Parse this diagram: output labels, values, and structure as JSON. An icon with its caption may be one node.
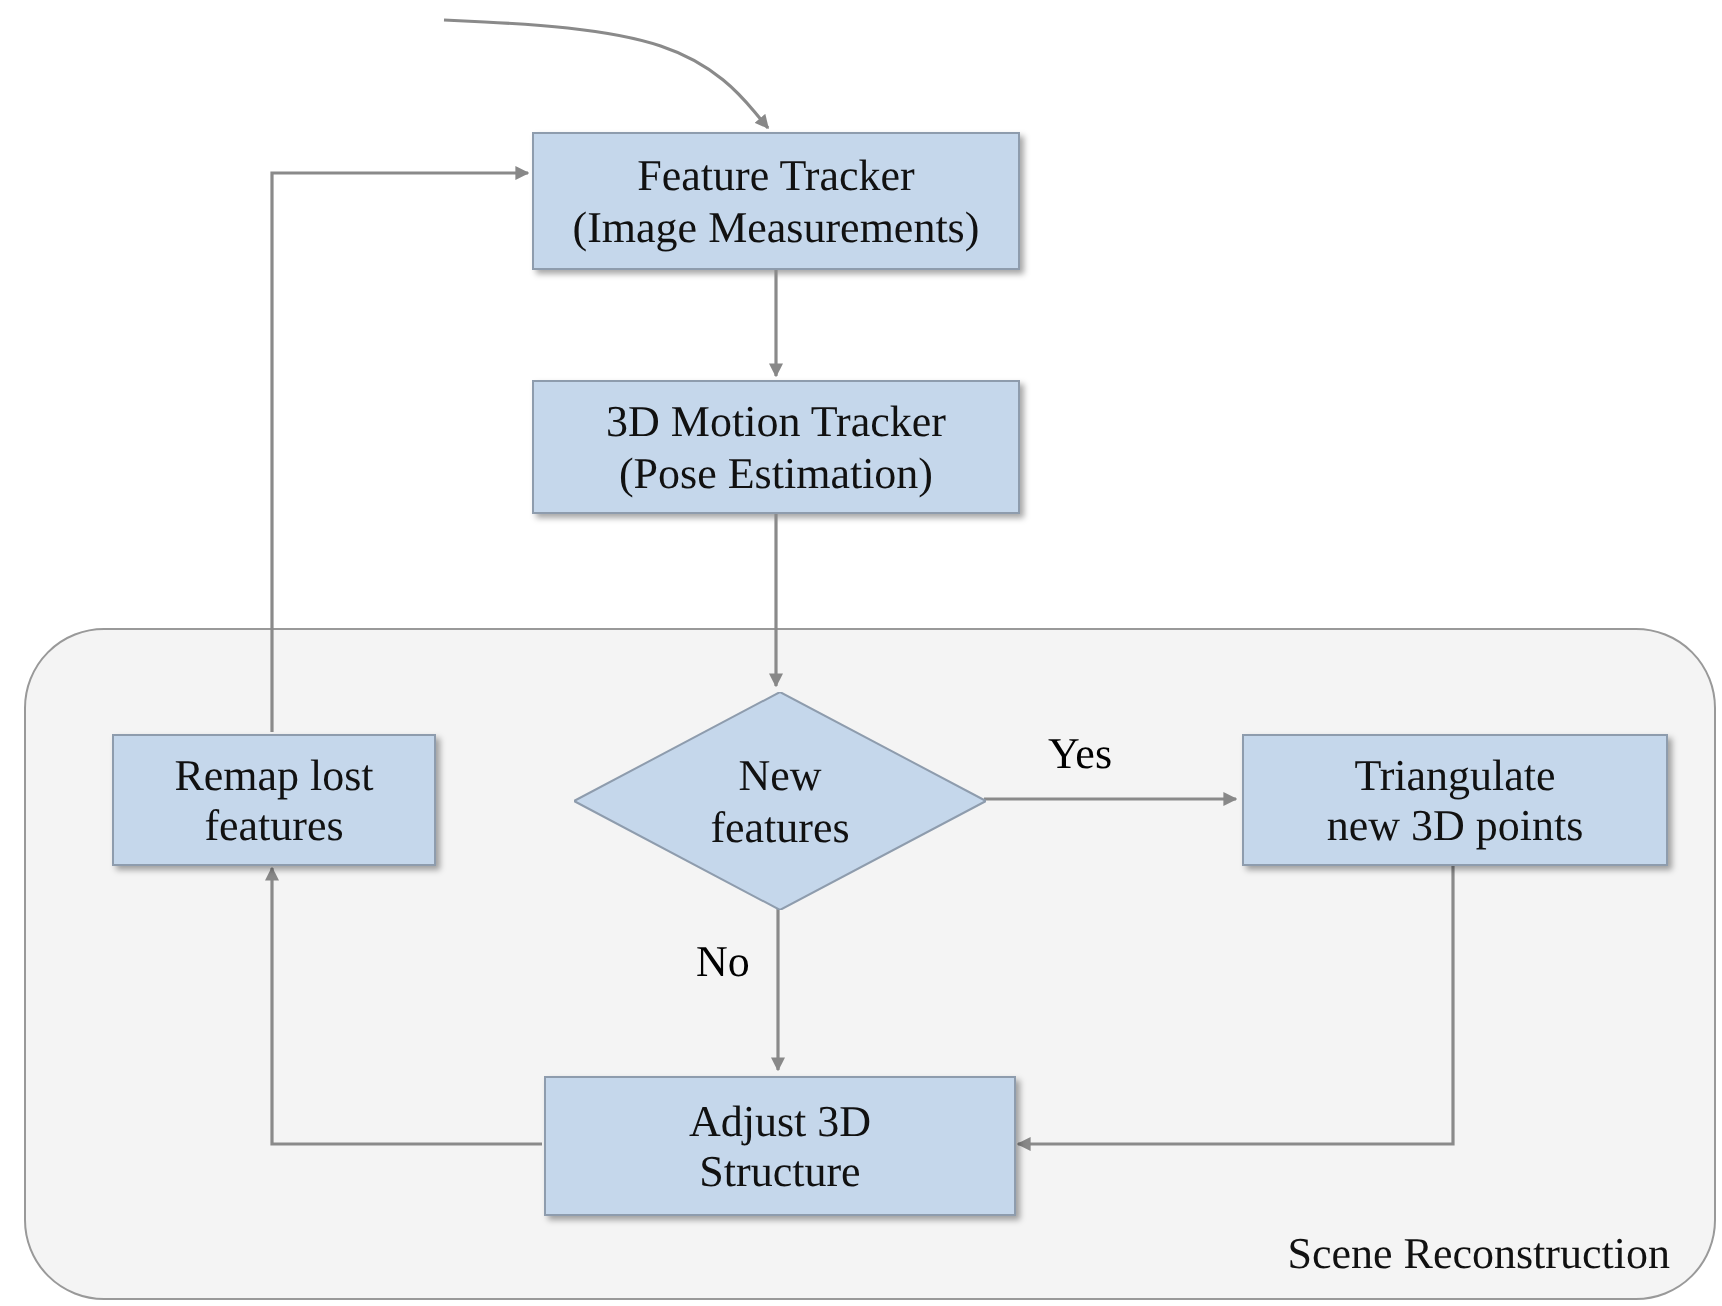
{
  "diagram": {
    "nodes": [
      {
        "text": [
          "Scene Reconstruction"
        ]
      },
      {
        "text": [
          "Feature Tracker (Image Measurements)"
        ]
      },
      {
        "text": [
          "3D Motion Tracker (Pose Estimation)"
        ]
      },
      {
        "text": [
          "New features"
        ],
        "in": 0
      },
      {
        "text": [
          "Remap lost features"
        ],
        "in": 0
      },
      {
        "text": [
          "Triangulate new 3D points"
        ],
        "in": 0
      },
      {
        "text": [
          "Adjust 3D Structure"
        ],
        "in": 0
      }
    ],
    "edges": [
      {
        "from": null,
        "to": 1,
        "arrow": "to"
      },
      {
        "from": 1,
        "to": 2,
        "arrow": "to"
      },
      {
        "from": 2,
        "to": 3,
        "arrow": "to"
      },
      {
        "from": 3,
        "to": 5,
        "arrow": "to",
        "label": "Yes"
      },
      {
        "from": 3,
        "to": 6,
        "arrow": "to",
        "label": "No"
      },
      {
        "from": 5,
        "to": 6,
        "arrow": "to"
      },
      {
        "from": 6,
        "to": 4,
        "arrow": "to"
      },
      {
        "from": 4,
        "to": 1,
        "arrow": "to"
      }
    ]
  }
}
